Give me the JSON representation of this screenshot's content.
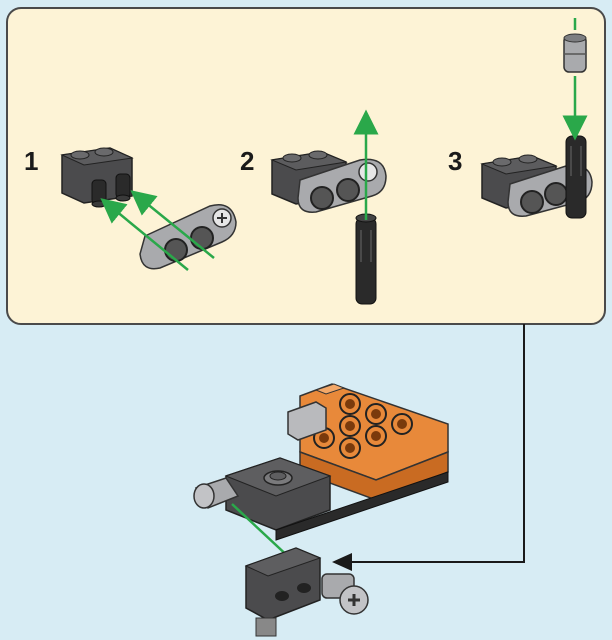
{
  "steps": [
    {
      "number": "1"
    },
    {
      "number": "2"
    },
    {
      "number": "3"
    }
  ],
  "colors": {
    "page_background": "#d7ecf4",
    "callout_background": "#fdf3d6",
    "callout_border": "#4a4a4a",
    "dark_grey_part": "#4b4b4d",
    "light_grey_part": "#a9aaad",
    "black_pin": "#2a2a2a",
    "orange_part": "#e8893a",
    "arrow_green": "#2aa84a",
    "pointer_arrow": "#1a1a1a"
  },
  "icons": {
    "step1_part": "brick-with-pins-icon",
    "step2_part": "beam-with-pin-icon",
    "step3_part": "axle-with-bushing-icon",
    "main_model": "orange-plate-assembly-icon"
  }
}
